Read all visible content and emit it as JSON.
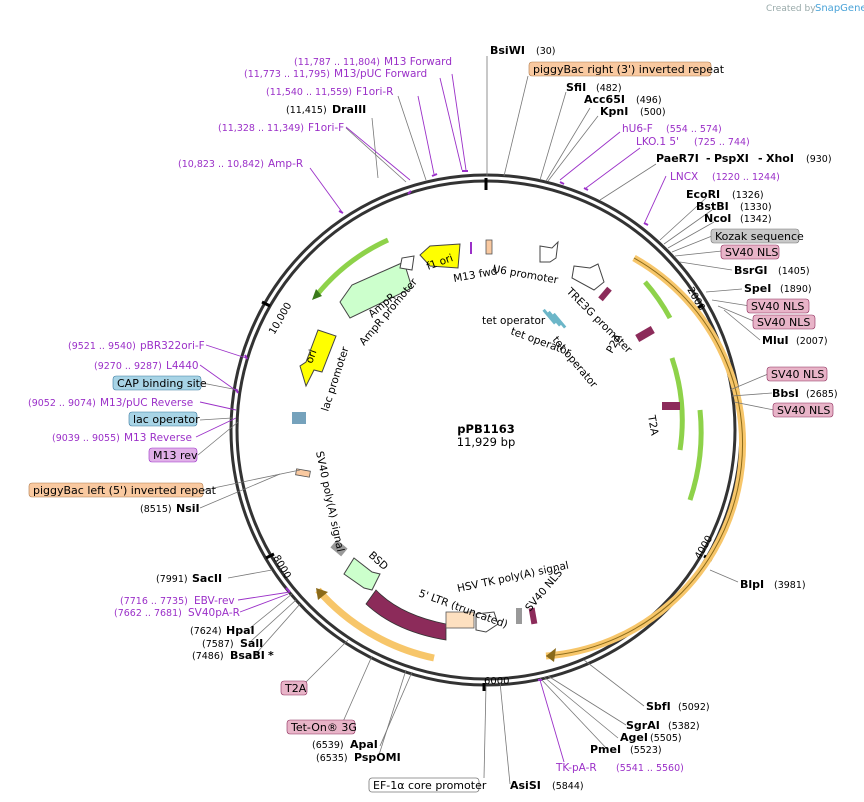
{
  "watermark": {
    "prefix": "Created by",
    "brand": "SnapGene"
  },
  "plasmid": {
    "name": "pPB1163",
    "length": "11,929 bp"
  },
  "ticks": [
    "2000",
    "4000",
    "6000",
    "8000",
    "10,000"
  ],
  "sites": {
    "bsiwi": {
      "name": "BsiWI",
      "pos": "(30)"
    },
    "sfii": {
      "name": "SfiI",
      "pos": "(482)"
    },
    "acc65i": {
      "name": "Acc65I",
      "pos": "(496)"
    },
    "kpni": {
      "name": "KpnI",
      "pos": "(500)"
    },
    "pae": {
      "name": "PaeR7I",
      "dash1": "-",
      "pspxi": "PspXI",
      "dash2": "-",
      "xhoi": "XhoI",
      "pos": "(930)"
    },
    "ecori": {
      "name": "EcoRI",
      "pos": "(1326)"
    },
    "bstbi": {
      "name": "BstBI",
      "pos": "(1330)"
    },
    "ncoi": {
      "name": "NcoI",
      "pos": "(1342)"
    },
    "bsrgi": {
      "name": "BsrGI",
      "pos": "(1405)"
    },
    "spei": {
      "name": "SpeI",
      "pos": "(1890)"
    },
    "mlui": {
      "name": "MluI",
      "pos": "(2007)"
    },
    "bbsi": {
      "name": "BbsI",
      "pos": "(2685)"
    },
    "blpi": {
      "name": "BlpI",
      "pos": "(3981)"
    },
    "sbfi": {
      "name": "SbfI",
      "pos": "(5092)"
    },
    "sgrai": {
      "name": "SgrAI",
      "pos": "(5382)"
    },
    "agei": {
      "name": "AgeI",
      "pos": "(5505)"
    },
    "pmei": {
      "name": "PmeI",
      "pos": "(5523)"
    },
    "asisi": {
      "name": "AsiSI",
      "pos": "(5844)"
    },
    "apai": {
      "name": "ApaI",
      "pos": "(6539)"
    },
    "pspomi": {
      "name": "PspOMI",
      "pos": "(6535)"
    },
    "bsabi": {
      "name": "BsaBI",
      "star": "*",
      "pos": "(7486)"
    },
    "sali": {
      "name": "SalI",
      "pos": "(7587)"
    },
    "hpai": {
      "name": "HpaI",
      "pos": "(7624)"
    },
    "sacii": {
      "name": "SacII",
      "pos": "(7991)"
    },
    "nsii": {
      "name": "NsiI",
      "pos": "(8515)"
    },
    "draiii": {
      "name": "DraIII",
      "pos": "(11,415)"
    }
  },
  "primers": {
    "m13fwd": {
      "name": "M13 Forward",
      "pos": "(11,787 .. 11,804)"
    },
    "m13puc": {
      "name": "M13/pUC Forward",
      "pos": "(11,773 .. 11,795)"
    },
    "f1orir": {
      "name": "F1ori-R",
      "pos": "(11,540 .. 11,559)"
    },
    "f1orif": {
      "name": "F1ori-F",
      "pos": "(11,328 .. 11,349)"
    },
    "ampr": {
      "name": "Amp-R",
      "pos": "(10,823 .. 10,842)"
    },
    "hu6f": {
      "name": "hU6-F",
      "pos": "(554 .. 574)"
    },
    "lko": {
      "name": "LKO.1 5'",
      "pos": "(725 .. 744)"
    },
    "lncx": {
      "name": "LNCX",
      "pos": "(1220 .. 1244)"
    },
    "pbr": {
      "name": "pBR322ori-F",
      "pos": "(9521 .. 9540)"
    },
    "l4440": {
      "name": "L4440",
      "pos": "(9270 .. 9287)"
    },
    "m13pucrev": {
      "name": "M13/pUC Reverse",
      "pos": "(9052 .. 9074)"
    },
    "m13rev": {
      "name": "M13 Reverse",
      "pos": "(9039 .. 9055)"
    },
    "ebv": {
      "name": "EBV-rev",
      "pos": "(7716 .. 7735)"
    },
    "sv40pa": {
      "name": "SV40pA-R",
      "pos": "(7662 .. 7681)"
    },
    "tkpa": {
      "name": "TK-pA-R",
      "pos": "(5541 .. 5560)"
    }
  },
  "boxes": {
    "pbright": "piggyBac right (3') inverted repeat",
    "kozak": "Kozak sequence",
    "sv40nls1": "SV40 NLS",
    "sv40nls2": "SV40 NLS",
    "sv40nls3": "SV40 NLS",
    "sv40nls4": "SV40 NLS",
    "sv40nls5": "SV40 NLS",
    "cap": "CAP binding site",
    "lacop": "lac operator",
    "m13revbox": "M13 rev",
    "pbleft": "piggyBac left (5') inverted repeat",
    "t2a": "T2A",
    "teton": "Tet-On® 3G",
    "ef1a": "EF-1α core promoter"
  },
  "features": {
    "f1ori": "f1 ori",
    "m13fwd": "M13 fwd",
    "u6": "U6 promoter",
    "tre3g": "TRE3G promoter",
    "p2a": "P2A",
    "t2a_inner": "T2A",
    "ampr": "AmpR",
    "ampr_prom": "AmpR promoter",
    "ori": "ori",
    "lac_prom": "lac promoter",
    "tetop1": "tet operator",
    "tetop2": "tet operator",
    "tetop3": "tet operator",
    "sv40polya": "SV40 poly(A) signal",
    "bsd": "BSD",
    "ltr": "5' LTR (truncated)",
    "hsvtk": "HSV TK poly(A) signal",
    "sv40nls_inner": "SV40 NLS"
  },
  "colors": {
    "backbone": "#333333",
    "primer": "#9b30c8",
    "orange_box": "#f9c9a0",
    "pink_box": "#e8b4c8",
    "blue_box": "#a8d4e6",
    "gray_box": "#c8c8c8",
    "ori_yellow": "#ffff00",
    "ampr_green": "#ccffcc",
    "cds_arc": "#f7c66a",
    "green_arrow": "#8ed24a",
    "ltr_purple": "#8c2b5a"
  }
}
